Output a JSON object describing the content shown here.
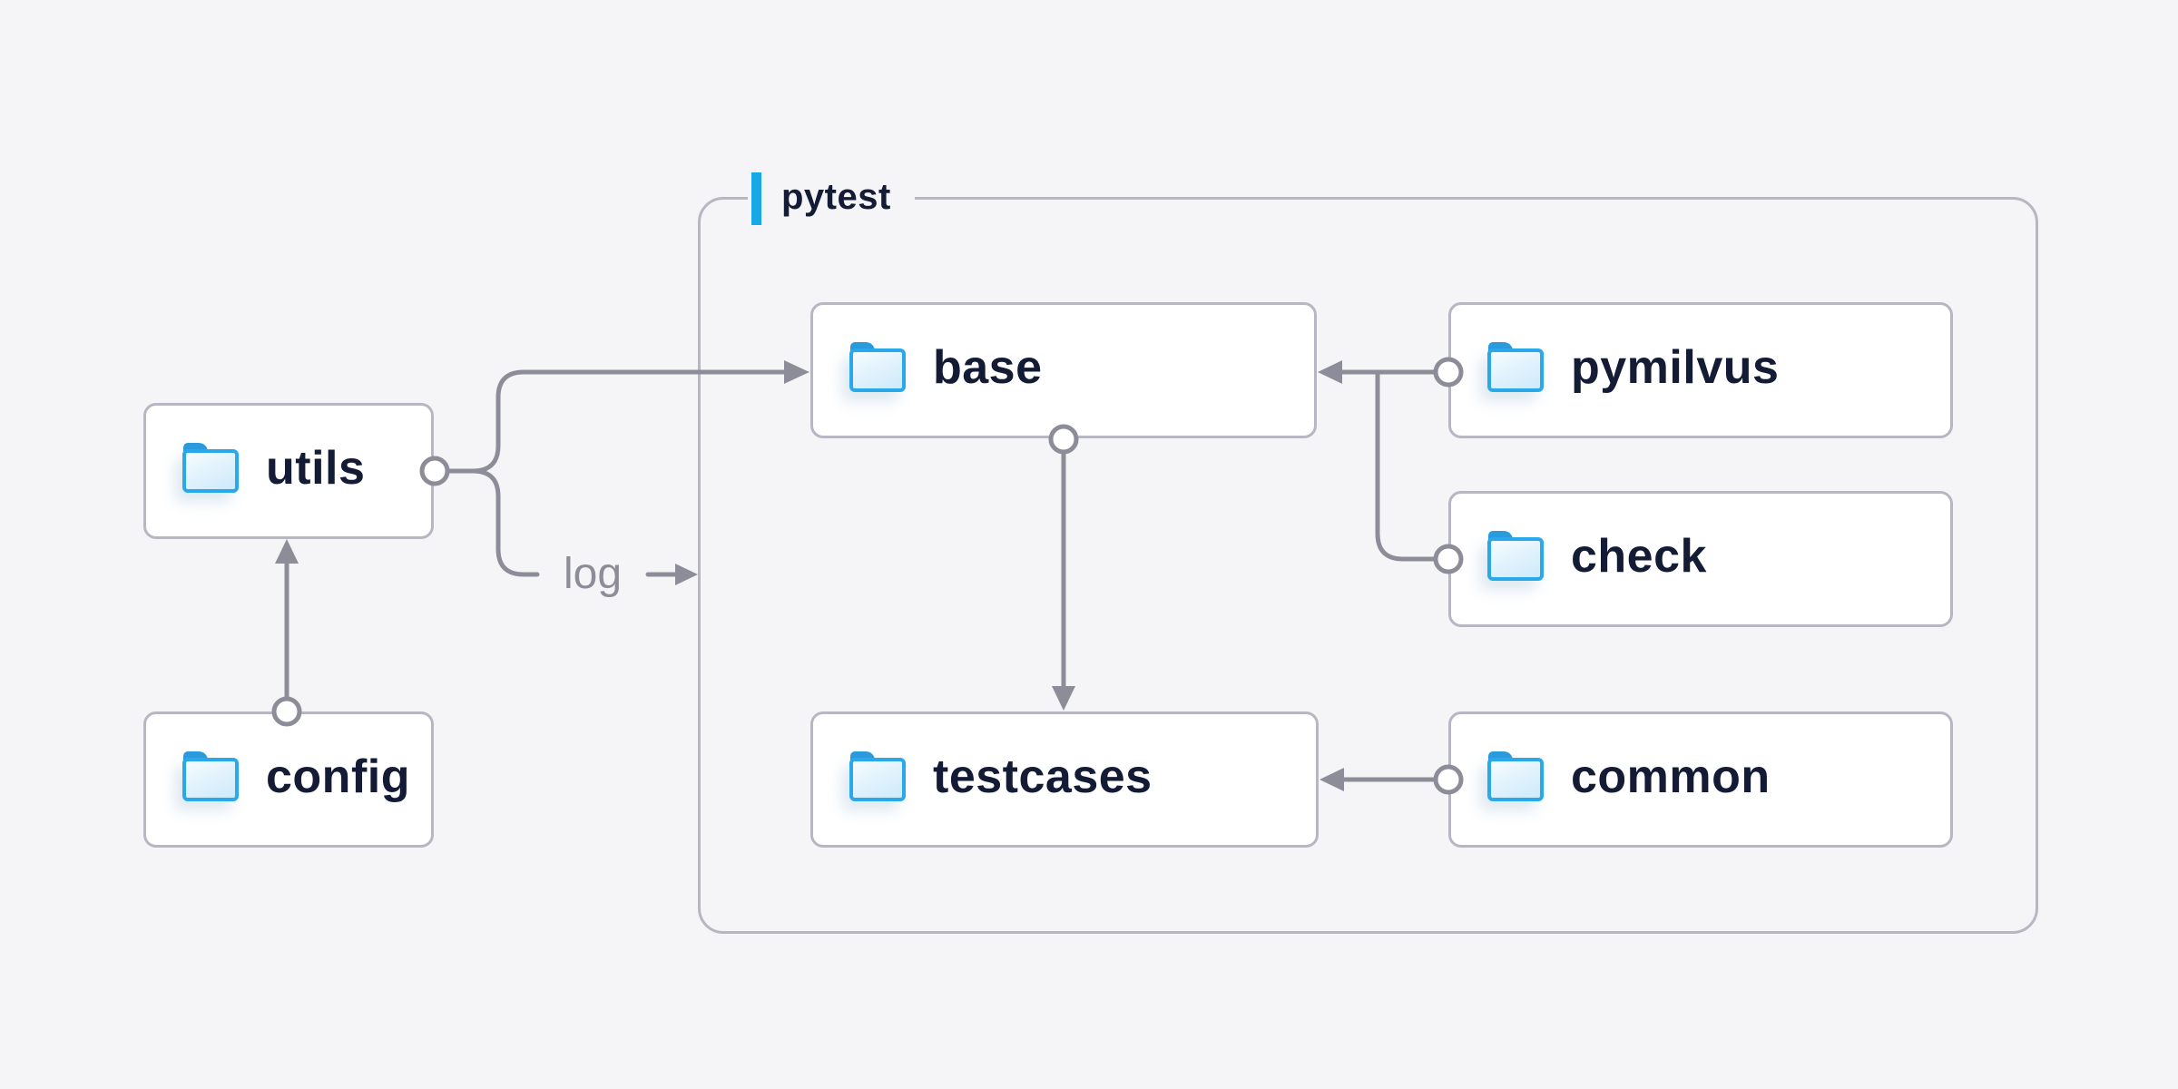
{
  "group": {
    "label": "pytest",
    "accent_color": "#18a8e8",
    "border_color": "#b7b7c3"
  },
  "nodes": {
    "utils": {
      "label": "utils",
      "icon": "folder-icon",
      "inside_group": false
    },
    "config": {
      "label": "config",
      "icon": "folder-icon",
      "inside_group": false
    },
    "base": {
      "label": "base",
      "icon": "folder-icon",
      "inside_group": true
    },
    "testcases": {
      "label": "testcases",
      "icon": "folder-icon",
      "inside_group": true
    },
    "pymilvus": {
      "label": "pymilvus",
      "icon": "folder-icon",
      "inside_group": true
    },
    "check": {
      "label": "check",
      "icon": "folder-icon",
      "inside_group": true
    },
    "common": {
      "label": "common",
      "icon": "folder-icon",
      "inside_group": true
    }
  },
  "edges": [
    {
      "from": "config",
      "to": "utils",
      "style": "circle-start arrow-end"
    },
    {
      "from": "utils",
      "to": "base",
      "style": "circle-start arrow-end"
    },
    {
      "from": "utils",
      "to": "pytest-group",
      "label": "log",
      "style": "circle-start arrow-end"
    },
    {
      "from": "pymilvus",
      "to": "base",
      "style": "circle-start arrow-end"
    },
    {
      "from": "check",
      "to": "base",
      "style": "circle-start arrow-end"
    },
    {
      "from": "base",
      "to": "testcases",
      "style": "circle-start arrow-end"
    },
    {
      "from": "common",
      "to": "testcases",
      "style": "circle-start arrow-end"
    }
  ],
  "colors": {
    "page_background": "#f5f5f7",
    "node_background": "#ffffff",
    "node_border": "#b7b7c3",
    "connector": "#8d8d9a",
    "node_text": "#131b35",
    "edge_label_text": "#8d8d9a",
    "folder_blue": "#29a9e9",
    "accent_blue": "#18a8e8"
  }
}
